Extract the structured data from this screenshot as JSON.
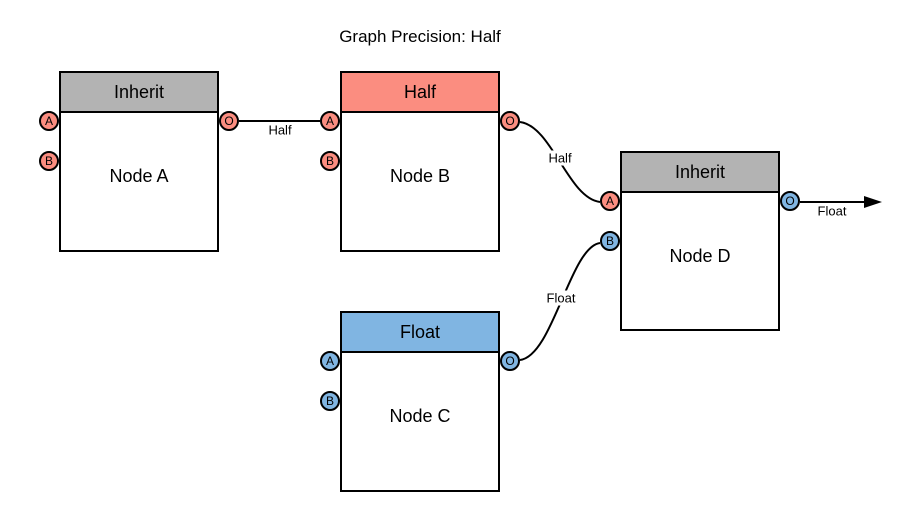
{
  "title": "Graph Precision: Half",
  "colors": {
    "half": "#FB8D80",
    "float": "#80B5E2",
    "inherit": "#B3B3B3",
    "stroke": "#000000",
    "canvas": "#FFFFFF"
  },
  "nodes": {
    "a": {
      "name": "Node A",
      "precision": "Inherit",
      "ports": {
        "a": "A",
        "b": "B",
        "o": "O"
      }
    },
    "b": {
      "name": "Node B",
      "precision": "Half",
      "ports": {
        "a": "A",
        "b": "B",
        "o": "O"
      }
    },
    "c": {
      "name": "Node C",
      "precision": "Float",
      "ports": {
        "a": "A",
        "b": "B",
        "o": "O"
      }
    },
    "d": {
      "name": "Node D",
      "precision": "Inherit",
      "ports": {
        "a": "A",
        "b": "B",
        "o": "O"
      }
    }
  },
  "edges": {
    "a_to_b": {
      "label": "Half"
    },
    "b_to_d": {
      "label": "Half"
    },
    "c_to_d": {
      "label": "Float"
    },
    "d_output": {
      "label": "Float"
    }
  }
}
